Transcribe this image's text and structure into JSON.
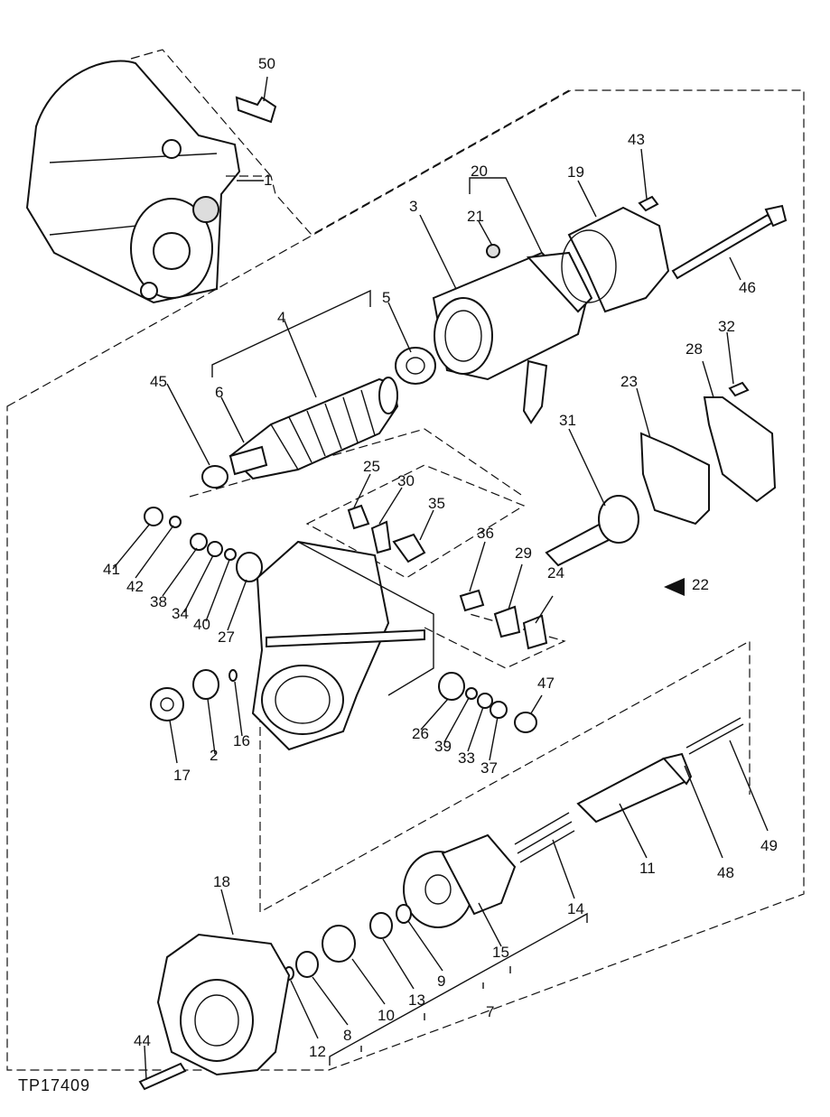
{
  "figure_code": "TP17409",
  "parts": {
    "p1": "1",
    "p2": "2",
    "p3": "3",
    "p4": "4",
    "p5": "5",
    "p6": "6",
    "p7": "7",
    "p8": "8",
    "p9": "9",
    "p10": "10",
    "p11": "11",
    "p12": "12",
    "p13": "13",
    "p14": "14",
    "p15": "15",
    "p16": "16",
    "p17": "17",
    "p18": "18",
    "p19": "19",
    "p20": "20",
    "p21": "21",
    "p22": "22",
    "p23": "23",
    "p24": "24",
    "p25": "25",
    "p26": "26",
    "p27": "27",
    "p28": "28",
    "p29": "29",
    "p30": "30",
    "p31": "31",
    "p32": "32",
    "p33": "33",
    "p34": "34",
    "p35": "35",
    "p36": "36",
    "p37": "37",
    "p38": "38",
    "p39": "39",
    "p40": "40",
    "p41": "41",
    "p42": "42",
    "p43": "43",
    "p44": "44",
    "p45": "45",
    "p46": "46",
    "p47": "47",
    "p48": "48",
    "p49": "49",
    "p50": "50"
  },
  "colors": {
    "ink": "#111111",
    "paper": "#ffffff"
  }
}
